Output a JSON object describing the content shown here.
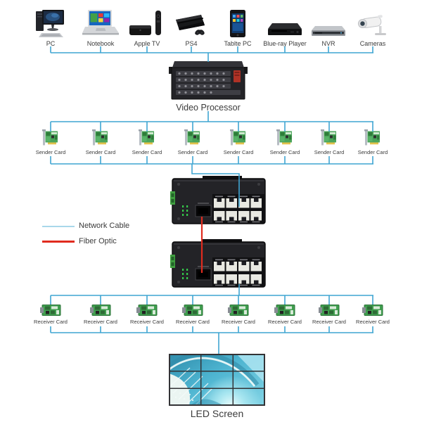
{
  "source_devices": [
    {
      "label": "PC",
      "icon": "desktop-pc-icon"
    },
    {
      "label": "Notebook",
      "icon": "laptop-icon"
    },
    {
      "label": "Apple TV",
      "icon": "apple-tv-icon"
    },
    {
      "label": "PS4",
      "icon": "game-console-icon"
    },
    {
      "label": "Tablte PC",
      "icon": "tablet-icon"
    },
    {
      "label": "Blue-ray Player",
      "icon": "bluray-player-icon"
    },
    {
      "label": "NVR",
      "icon": "nvr-icon"
    },
    {
      "label": "Cameras",
      "icon": "cctv-camera-icon"
    }
  ],
  "video_processor": {
    "label": "Video Processor"
  },
  "sender_cards": [
    "Sender Card",
    "Sender Card",
    "Sender Card",
    "Sender Card",
    "Sender Card",
    "Sender Card",
    "Sender Card",
    "Sender Card"
  ],
  "receiver_cards": [
    "Receiver Card",
    "Receiver Card",
    "Receiver Card",
    "Receiver Card",
    "Receiver Card",
    "Receiver Card",
    "Receiver Card",
    "Receiver Card"
  ],
  "legend": {
    "network": {
      "label": "Network Cable"
    },
    "fiber": {
      "label": "Fiber Optic"
    }
  },
  "led_screen": {
    "label": "LED Screen",
    "rows": 3,
    "cols": 3
  },
  "colors": {
    "wire": "#3fa5d2",
    "fiber": "#e02b1e",
    "legend_network": "#a9d8ea"
  }
}
